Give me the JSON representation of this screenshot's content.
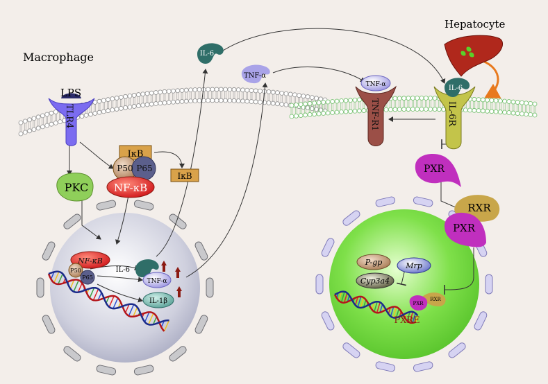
{
  "cells": {
    "macrophage": "Macrophage",
    "hepatocyte": "Hepatocyte"
  },
  "macrophage": {
    "lps": "LPS",
    "tlr4": "TLR4",
    "pkc": "PKC",
    "ikb_bound": "IκB",
    "ikb_free": "IκB",
    "p50": "P50",
    "p65": "P65",
    "nfkb": "NF-κB"
  },
  "nucleus_left": {
    "nfkb": "NF-κB",
    "p50": "P50",
    "p65": "P65",
    "il6": "IL-6",
    "tnfa": "TNF-α",
    "il1b": "IL-1β"
  },
  "secreted": {
    "il6": "IL-6",
    "tnfa": "TNF-α"
  },
  "hepatocyte_membrane": {
    "tnfa_bound": "TNF-α",
    "tnfr1": "TNF-R1",
    "il6_bound": "IL-6",
    "il6r": "IL-6R"
  },
  "hepatocyte_cytoplasm": {
    "pxr": "PXR",
    "complex_rxr": "RXR",
    "complex_pxr": "PXR"
  },
  "nucleus_right": {
    "pgp": "P-gp",
    "mrp": "Mrp",
    "cyp3a4": "Cyp3a4",
    "pxr_small": "PXR",
    "rxr_small": "RXR",
    "pxre": "PXRE"
  },
  "colors": {
    "background": "#f3eeea",
    "tlr4": "#7b6cf0",
    "pkc": "#8fcf5a",
    "ikb": "#d9a24a",
    "p50": "#9b6a3e",
    "p65": "#5b5f8c",
    "nfkb": "#e0262a",
    "il6": "#2f6e68",
    "tnfa": "#a9a3e8",
    "tnfr1": "#9b4f47",
    "il6r": "#c3c44a",
    "pxr": "#c02fbe",
    "rxr": "#c8a64a",
    "nucleus_left": "#cfd0de",
    "nucleus_right": "#79e04a",
    "arrow_orange": "#e8791d",
    "dark_arrow": "#8b1a12"
  }
}
